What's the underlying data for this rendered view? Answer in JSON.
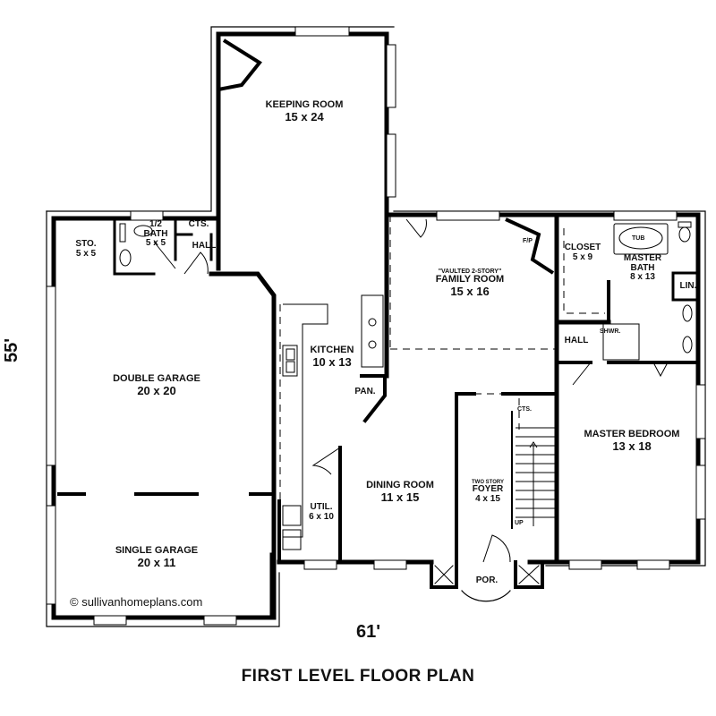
{
  "title": "FIRST LEVEL FLOOR PLAN",
  "copyright": "© sullivanhomeplans.com",
  "dimensions": {
    "width": "61'",
    "depth": "55'"
  },
  "rooms": {
    "keeping_room": {
      "name": "KEEPING ROOM",
      "size": "15 x 24"
    },
    "half_bath": {
      "name": "1/2 BATH",
      "size": "5 x 5"
    },
    "storage": {
      "name": "STO.",
      "size": "5 x 5"
    },
    "closets_top": {
      "name": "CTS."
    },
    "hall_left": {
      "name": "HALL"
    },
    "family_room": {
      "note": "\"VAULTED 2-STORY\"",
      "name": "FAMILY ROOM",
      "size": "15 x 16"
    },
    "fireplace": {
      "name": "F/P"
    },
    "closet": {
      "name": "CLOSET",
      "size": "5 x 9"
    },
    "master_bath": {
      "name": "MASTER BATH",
      "size": "8 x 13"
    },
    "tub": {
      "name": "TUB"
    },
    "linen": {
      "name": "LIN."
    },
    "shower": {
      "name": "SHWR."
    },
    "hall_right": {
      "name": "HALL"
    },
    "kitchen": {
      "name": "KITCHEN",
      "size": "10 x 13"
    },
    "pantry": {
      "name": "PAN."
    },
    "double_garage": {
      "name": "DOUBLE GARAGE",
      "size": "20 x 20"
    },
    "single_garage": {
      "name": "SINGLE GARAGE",
      "size": "20 x 11"
    },
    "utility": {
      "name": "UTIL.",
      "size": "6 x 10"
    },
    "dining_room": {
      "name": "DINING ROOM",
      "size": "11 x 15"
    },
    "foyer": {
      "note": "TWO STORY",
      "name": "FOYER",
      "size": "4 x 15"
    },
    "foyer_closet": {
      "name": "CTS."
    },
    "stairs_up": {
      "name": "UP"
    },
    "porch": {
      "name": "POR."
    },
    "master_bedroom": {
      "name": "MASTER BEDROOM",
      "size": "13 x 18"
    }
  }
}
